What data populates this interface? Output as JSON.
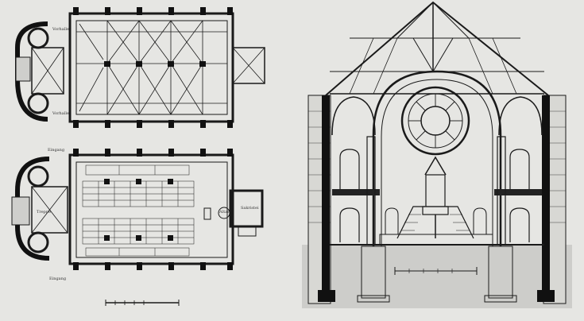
{
  "labels": {
    "vestry_upper": "Vorhalle",
    "vestry_lower": "Vorhalle",
    "upper_side": "Eingang",
    "lower_side": "Eingang",
    "entrance_left": "Treppe",
    "sacristy": "Sakristei",
    "altar": "Altar"
  },
  "colors": {
    "paper": "#e6e6e3",
    "ink": "#1a1a1a",
    "wall": "#111111"
  }
}
